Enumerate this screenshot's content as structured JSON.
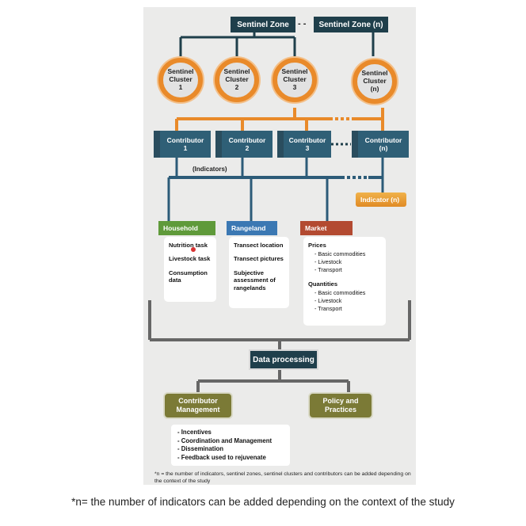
{
  "zones": {
    "zone": "Sentinel Zone",
    "zone_n": "Sentinel Zone (n)",
    "dash": "- -"
  },
  "clusters": [
    {
      "line1": "Sentinel",
      "line2": "Cluster",
      "num": "1"
    },
    {
      "line1": "Sentinel",
      "line2": "Cluster",
      "num": "2"
    },
    {
      "line1": "Sentinel",
      "line2": "Cluster",
      "num": "3"
    },
    {
      "line1": "Sentinel",
      "line2": "Cluster",
      "num": "(n)"
    }
  ],
  "contributors": [
    {
      "label": "Contributor",
      "num": "1"
    },
    {
      "label": "Contributor",
      "num": "2"
    },
    {
      "label": "Contributor",
      "num": "3"
    },
    {
      "label": "Contributor",
      "num": "(n)"
    }
  ],
  "indicators_label": "(Indicators)",
  "indicator_n": "Indicator (n)",
  "household": {
    "header": "Household",
    "items": [
      "Nutrition task",
      "Livestock task",
      "Consumption data"
    ]
  },
  "rangeland": {
    "header": "Rangeland",
    "items": [
      "Transect location",
      "Transect pictures",
      "Subjective assessment of rangelands"
    ]
  },
  "market": {
    "header": "Market",
    "prices_title": "Prices",
    "prices": [
      "- Basic commodities",
      "- Livestock",
      "- Transport"
    ],
    "quantities_title": "Quantities",
    "quantities": [
      "- Basic commodities",
      "- Livestock",
      "- Transport"
    ]
  },
  "data_processing": "Data processing",
  "contributor_management": "Contributor Management",
  "policy_practices": "Policy and Practices",
  "management_list": [
    "- Incentives",
    "- Coordination and Management",
    "- Dissemination",
    "- Feedback used to rejuvenate"
  ],
  "footnote": "*n = the number of indicators, sentinel zones, sentinel clusters and contributors can be added depending on the context of the study",
  "caption": "*n= the number of indicators can be added depending on the context of the study",
  "colors": {
    "panel": "#ebebea",
    "dark_teal": "#1f3f4b",
    "orange": "#e98a2a",
    "contributor": "#2f5f76",
    "line_blue": "#2c5b78",
    "green": "#5f9a3a",
    "rangeland": "#3b78b3",
    "market": "#b34a31",
    "indicator_n": "#eba23a",
    "olive": "#7b7a36"
  }
}
